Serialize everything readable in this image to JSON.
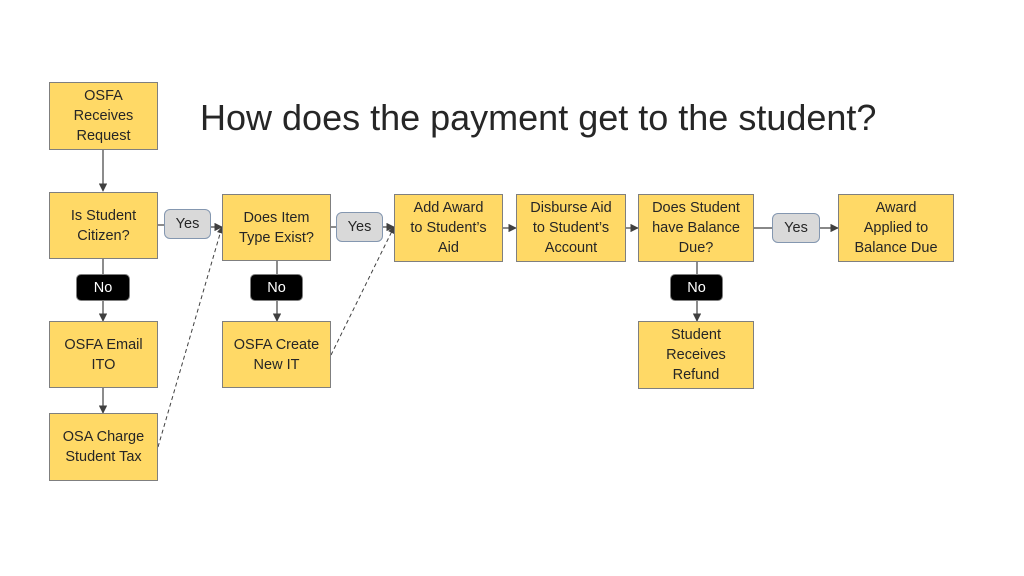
{
  "title": "How does the payment get to the student?",
  "colors": {
    "box_fill": "#ffd966",
    "box_border": "#7f7f7f",
    "yes_fill": "#d9d9d9",
    "no_fill": "#000000",
    "connector": "#404040"
  },
  "nodes": {
    "osfa_receives": "OSFA\nReceives\nRequest",
    "is_citizen": "Is Student\nCitizen?",
    "item_type_exist": "Does Item\nType Exist?",
    "add_award": "Add Award\nto Student’s\nAid",
    "disburse_aid": "Disburse Aid\nto Student’s\nAccount",
    "balance_due": "Does Student\nhave Balance\nDue?",
    "award_applied": "Award\nApplied to\nBalance Due",
    "osfa_email": "OSFA Email\nITO",
    "osa_charge": "OSA Charge\nStudent Tax",
    "osfa_create": "OSFA Create\nNew IT",
    "student_refund": "Student\nReceives\nRefund"
  },
  "labels": {
    "yes_citizen": "Yes",
    "yes_item": "Yes",
    "yes_balance": "Yes",
    "no_citizen": "No",
    "no_item": "No",
    "no_balance": "No"
  }
}
